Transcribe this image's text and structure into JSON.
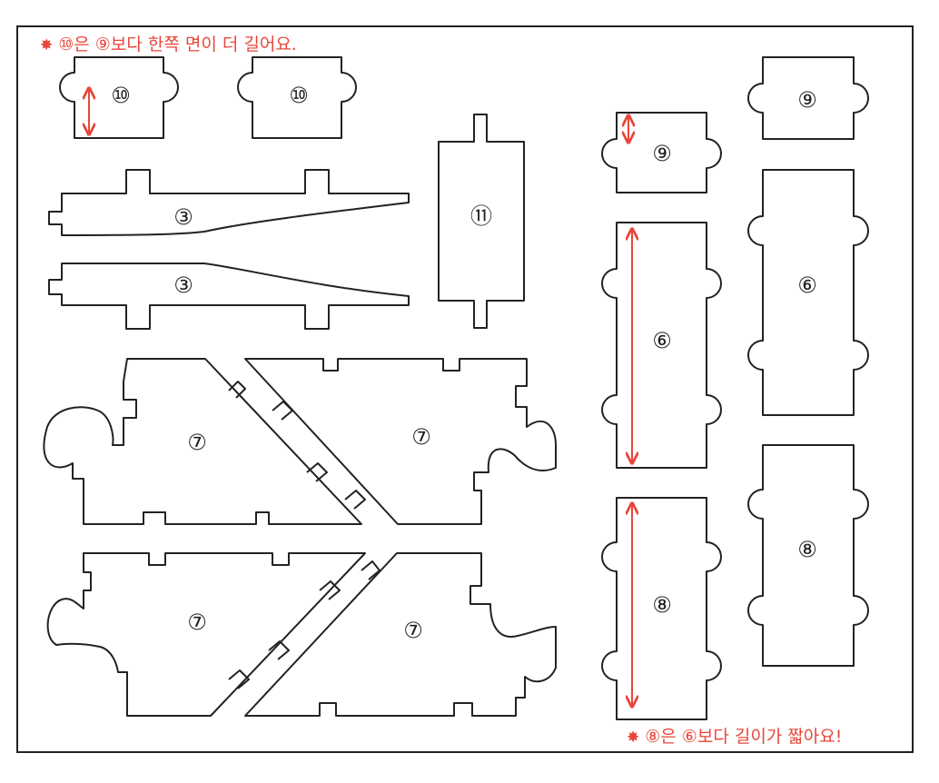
{
  "colors": {
    "outline": "#222222",
    "accent": "#e8463a",
    "paper": "#ffffff"
  },
  "notes": {
    "top": {
      "icon": "star-burst-icon",
      "text": "⑩은 ⑨보다 한쪽 면이 더 길어요."
    },
    "bottom": {
      "icon": "star-burst-icon",
      "text": "⑧은 ⑥보다 길이가 짧아요!"
    }
  },
  "labels": {
    "piece_10a": "⑩",
    "piece_10b": "⑩",
    "piece_9a": "⑨",
    "piece_9b": "⑨",
    "piece_3a": "③",
    "piece_3b": "③",
    "piece_11": "⑪",
    "piece_6a": "⑥",
    "piece_6b": "⑥",
    "piece_8a": "⑧",
    "piece_8b": "⑧",
    "piece_7a": "⑦",
    "piece_7b": "⑦",
    "piece_7c": "⑦",
    "piece_7d": "⑦"
  }
}
